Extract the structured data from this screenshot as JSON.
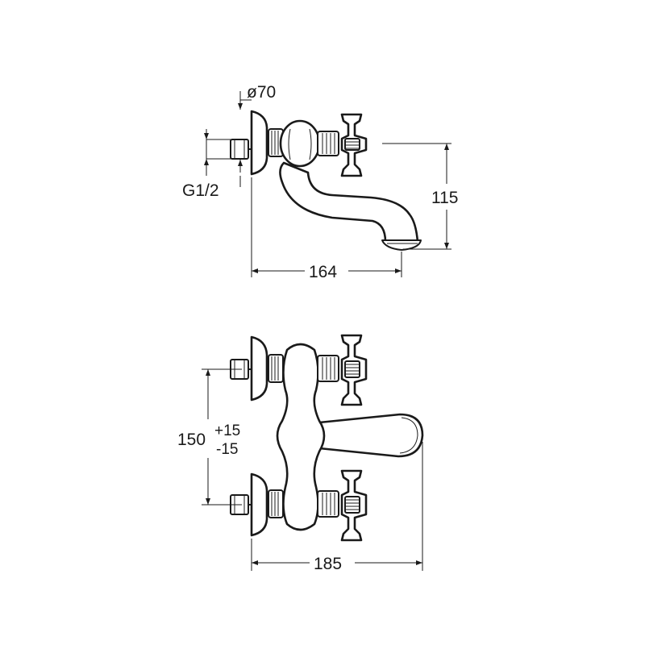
{
  "side_view": {
    "diameter_label": "ø70",
    "thread_label": "G1/2",
    "height_label": "115",
    "depth_label": "164"
  },
  "top_view": {
    "spacing_label": "150",
    "spacing_tol_plus": "+15",
    "spacing_tol_minus": "-15",
    "width_label": "185"
  }
}
